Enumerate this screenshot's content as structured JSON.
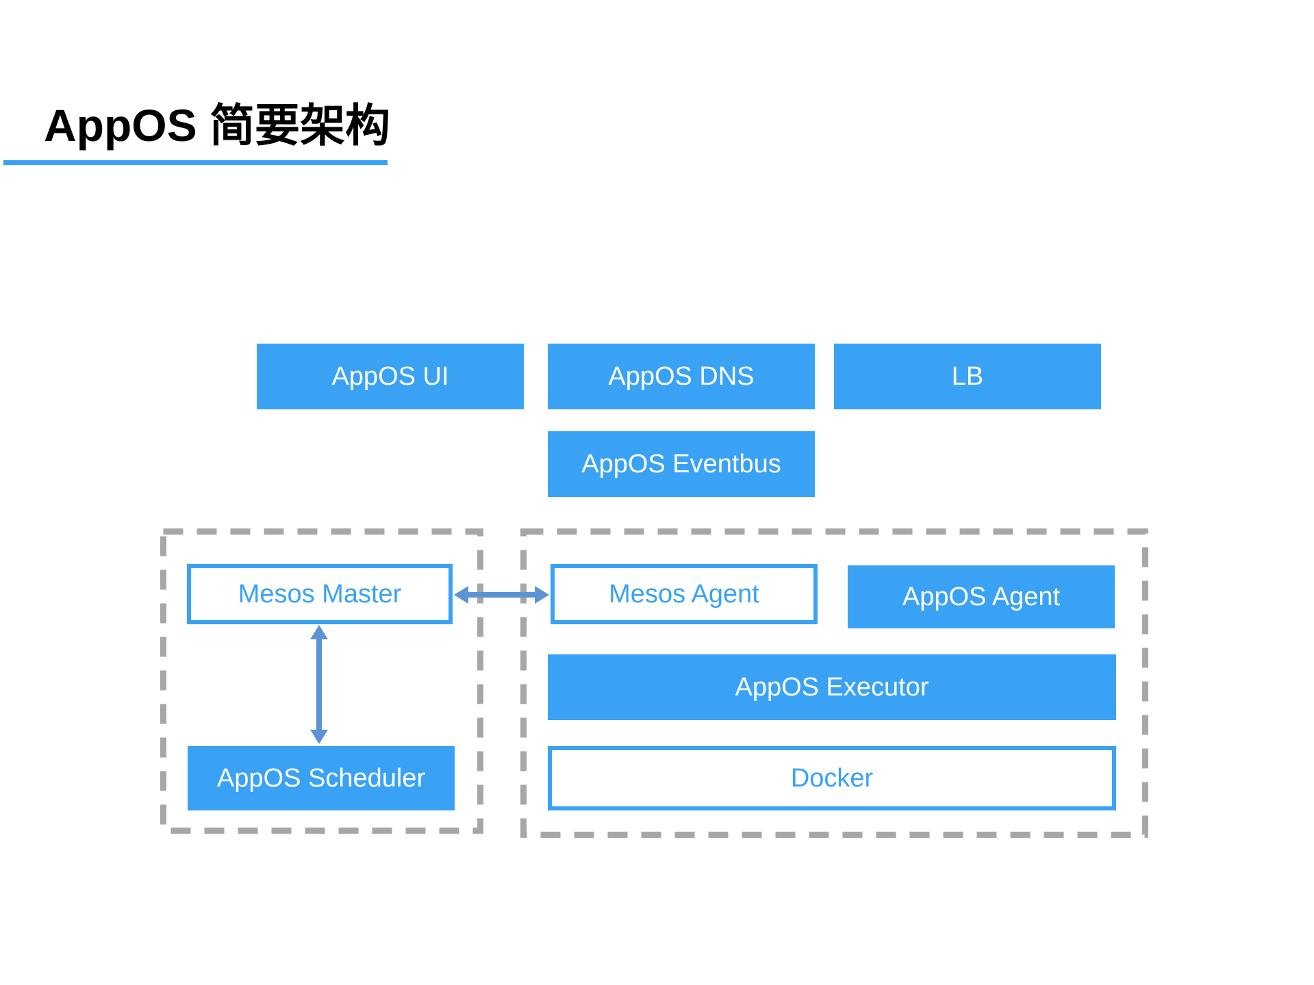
{
  "slide": {
    "title": "AppOS 简要架构",
    "colors": {
      "accent_blue": "#3AA2F5",
      "arrow_blue": "#5B93D3",
      "dash_gray": "#A7A7A7",
      "title_color": "#000000",
      "background": "#FFFFFF"
    },
    "diagram": {
      "top_row": {
        "appos_ui": "AppOS UI",
        "appos_dns": "AppOS DNS",
        "lb": "LB"
      },
      "eventbus": "AppOS Eventbus",
      "master_group": {
        "mesos_master": "Mesos Master",
        "appos_scheduler": "AppOS Scheduler"
      },
      "agent_group": {
        "mesos_agent": "Mesos Agent",
        "appos_agent": "AppOS Agent",
        "appos_executor": "AppOS Executor",
        "docker": "Docker"
      }
    }
  }
}
